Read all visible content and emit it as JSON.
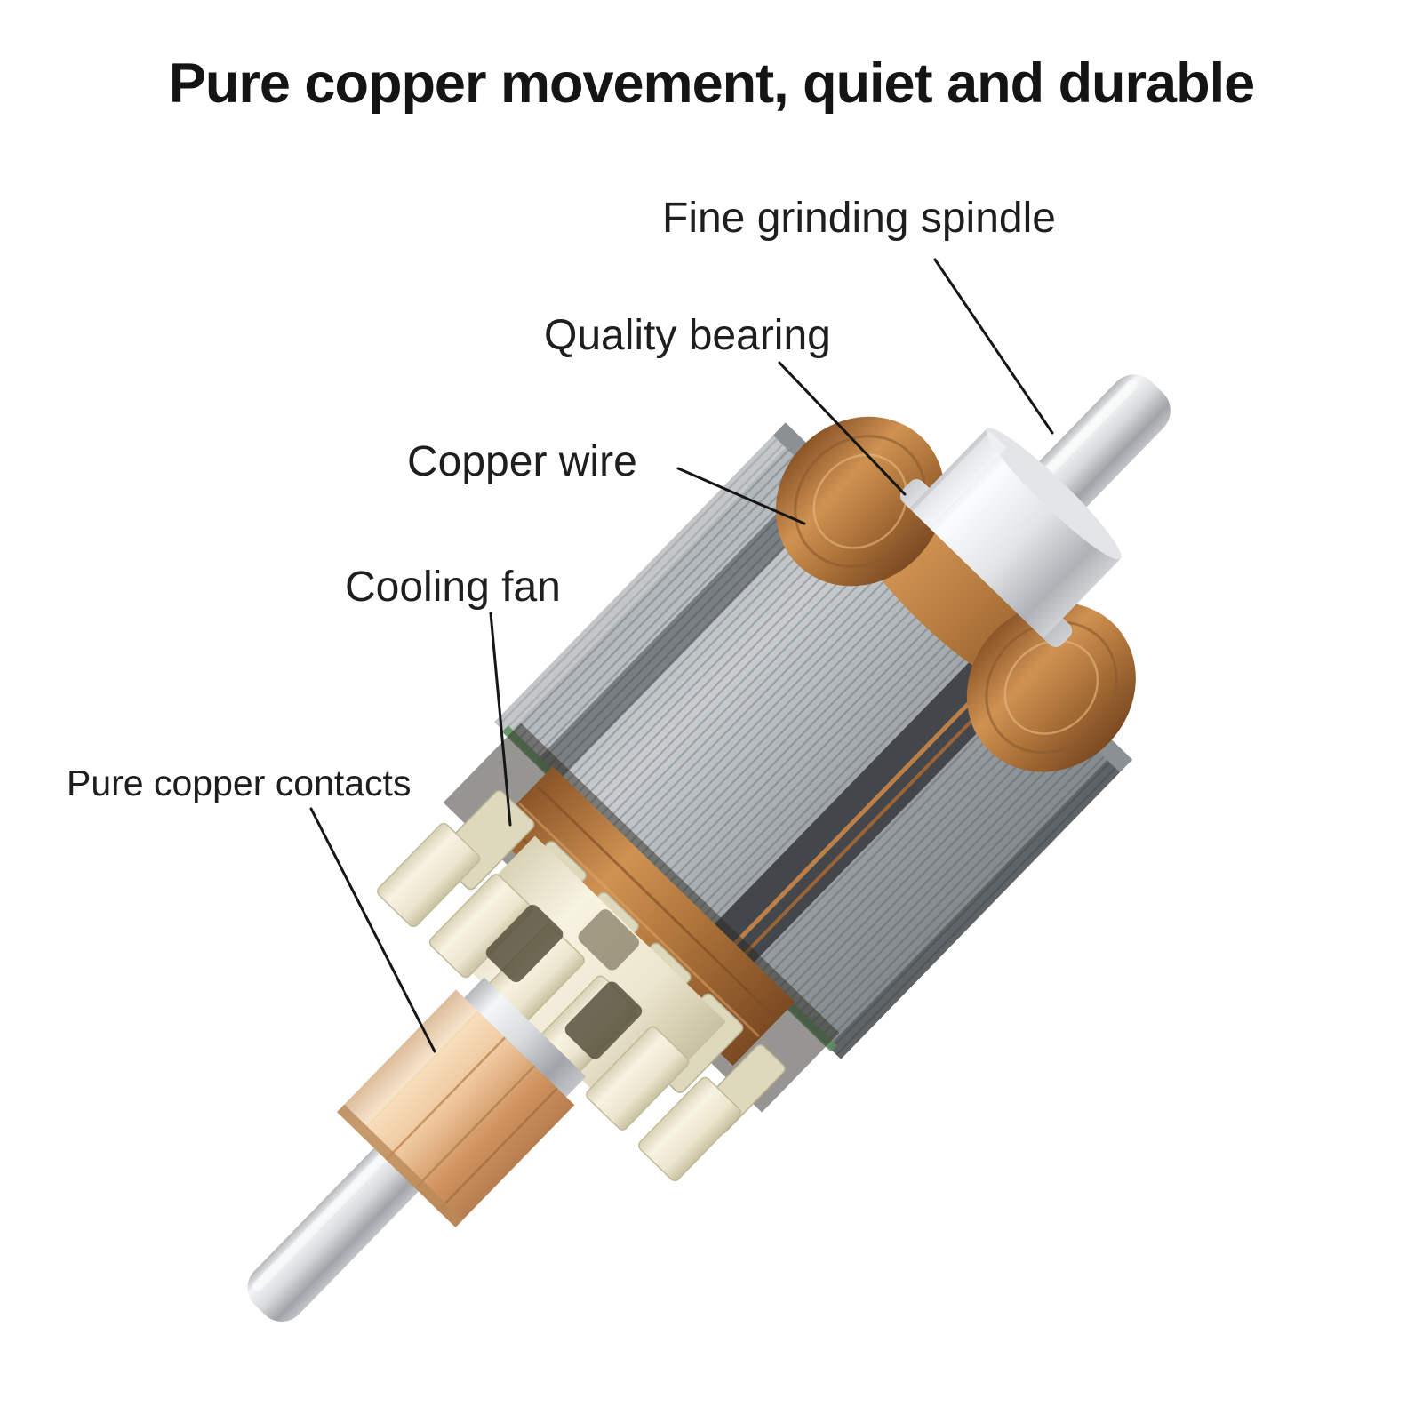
{
  "title": "Pure copper movement, quiet and durable",
  "annotations": [
    {
      "id": "fine-grinding-spindle",
      "label": "Fine grinding spindle"
    },
    {
      "id": "quality-bearing",
      "label": "Quality bearing"
    },
    {
      "id": "copper-wire",
      "label": "Copper wire"
    },
    {
      "id": "cooling-fan",
      "label": "Cooling fan"
    },
    {
      "id": "pure-copper-contacts",
      "label": "Pure copper contacts"
    }
  ],
  "figure": {
    "description": "Exploded rotor armature of a small electric motor shown diagonally with labeled parts",
    "parts": [
      "spindle shaft",
      "bearing collar",
      "copper wire windings",
      "laminated rotor core",
      "cooling fan",
      "copper commutator contacts",
      "lower shaft"
    ]
  },
  "colors": {
    "background": "#ffffff",
    "text": "#1e1e1e",
    "leader_line": "#161616",
    "steel": "#c9ccce",
    "copper_contact": "#e2b27c",
    "copper_winding": "#b1773c",
    "rotor_core_gray": "#9ba1a5",
    "fan_cream": "#efe9d3",
    "insulation_green": "#5d8f5f"
  }
}
